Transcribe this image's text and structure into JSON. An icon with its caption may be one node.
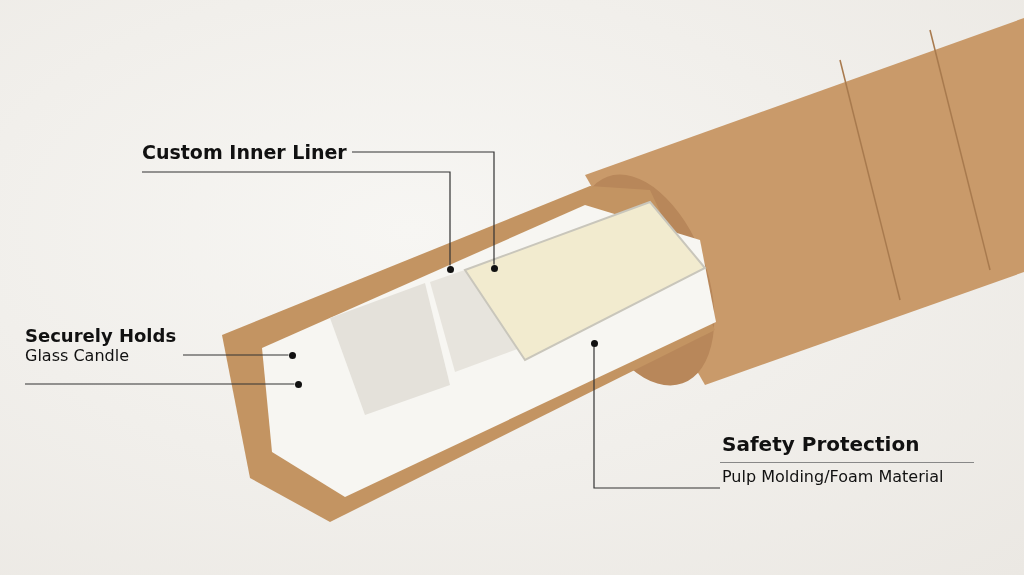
{
  "diagram": {
    "nodes": [
      {
        "text": [
          "Custom Inner Liner"
        ]
      },
      {
        "text": [
          "Securely Holds",
          "Glass Candle"
        ]
      },
      {
        "text": [
          "Safety Protection",
          "Pulp Molding/Foam Material"
        ]
      },
      {
        "text": [],
        "shape": "circle"
      },
      {
        "text": [],
        "shape": "circle"
      },
      {
        "text": [],
        "shape": "circle"
      },
      {
        "text": [],
        "shape": "circle"
      },
      {
        "text": [],
        "shape": "circle"
      }
    ],
    "edges": [
      {
        "from": 0,
        "to": 3,
        "arrow": "none"
      },
      {
        "from": 0,
        "to": 4,
        "arrow": "none"
      },
      {
        "from": 1,
        "to": 5,
        "arrow": "none"
      },
      {
        "from": 1,
        "to": 6,
        "arrow": "none"
      },
      {
        "from": 2,
        "to": 7,
        "arrow": "none"
      }
    ]
  }
}
